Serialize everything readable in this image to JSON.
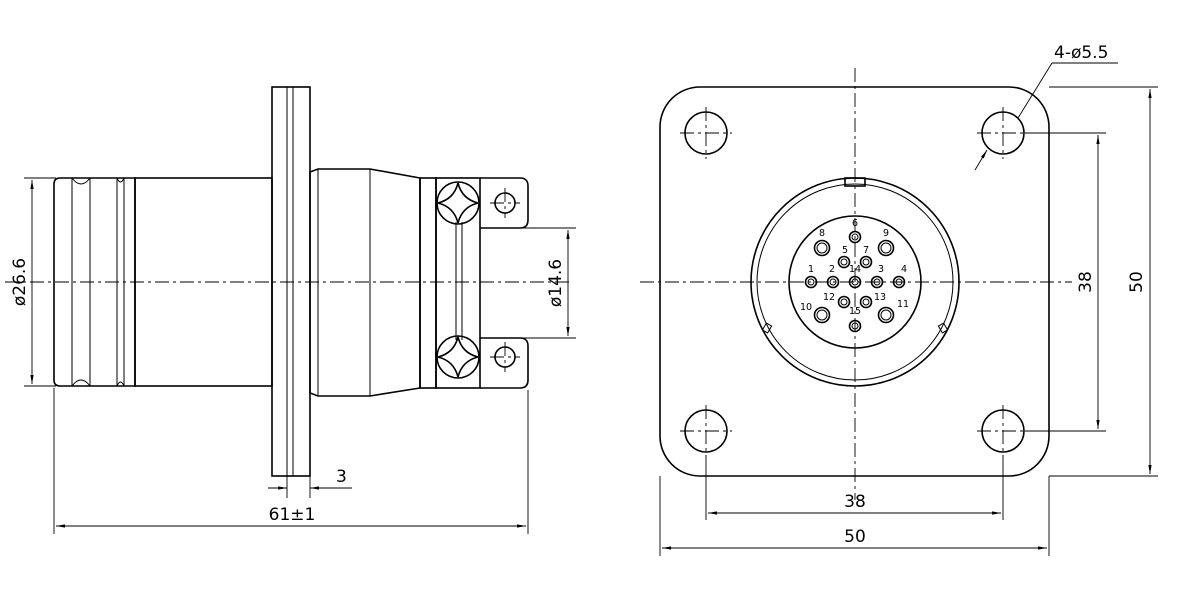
{
  "side_view": {
    "dim_diameter_body": "ø26.6",
    "dim_diameter_rear": "ø14.6",
    "dim_flange_thickness": "3",
    "dim_total_length": "61±1"
  },
  "front_view": {
    "dim_holes": "4-ø5.5",
    "dim_hole_spacing_h": "38",
    "dim_flange_width": "50",
    "dim_hole_spacing_v": "38",
    "dim_flange_height": "50"
  },
  "pins": [
    "1",
    "2",
    "3",
    "4",
    "5",
    "6",
    "7",
    "8",
    "9",
    "10",
    "11",
    "12",
    "13",
    "14",
    "15"
  ]
}
